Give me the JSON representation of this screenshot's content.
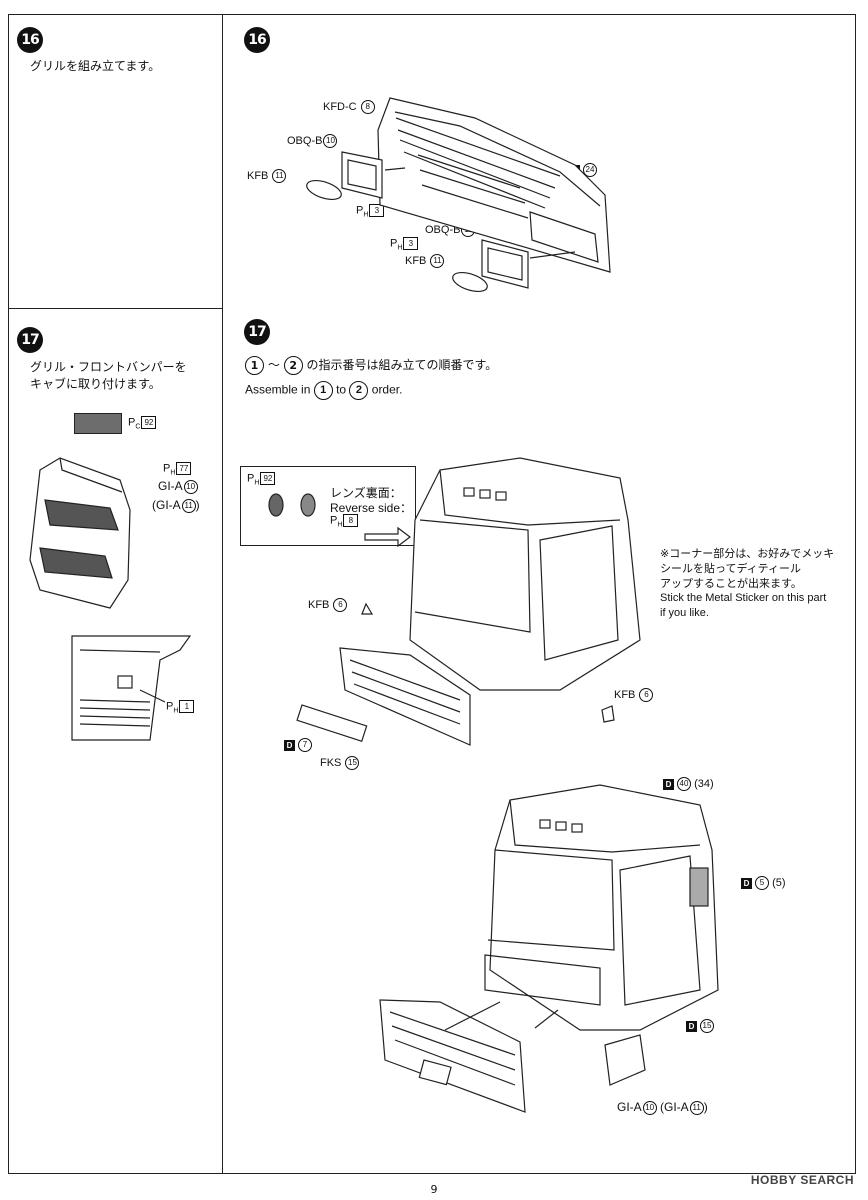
{
  "left_panel": {
    "step16": {
      "number": "16",
      "instruction": "グリルを組み立てます。"
    },
    "step17": {
      "number": "17",
      "instruction_line1": "グリル・フロントバンパーを",
      "instruction_line2": "キャブに取り付けます。",
      "paint_ref": {
        "prefix": "P",
        "sub": "C",
        "num": "92"
      },
      "part_ph77": {
        "prefix": "P",
        "sub": "H",
        "num": "77"
      },
      "gia10": {
        "name": "GI-A",
        "num": "10"
      },
      "gia11": {
        "name": "GI-A",
        "num": "11"
      },
      "part_ph1": {
        "prefix": "P",
        "sub": "H",
        "num": "1"
      }
    }
  },
  "right_panel": {
    "step16": {
      "number": "16",
      "kfdc": {
        "name": "KFD-C",
        "num": "8"
      },
      "obqb_top": {
        "name": "OBQ-B",
        "num": "10"
      },
      "kfb_top": {
        "name": "KFB",
        "num": "11"
      },
      "ph3_top": {
        "prefix": "P",
        "sub": "H",
        "num": "3"
      },
      "d24": {
        "d": "D",
        "num": "24"
      },
      "obqb_bottom": {
        "name": "OBQ-B",
        "num": "11"
      },
      "ph3_bottom": {
        "prefix": "P",
        "sub": "H",
        "num": "3"
      },
      "kfb_bottom": {
        "name": "KFB",
        "num": "11"
      }
    },
    "step17": {
      "number": "17",
      "order_from": "1",
      "order_tilde": "〜",
      "order_to": "2",
      "order_jp": "の指示番号は組み立ての順番です。",
      "assemble_pre": "Assemble in",
      "assemble_mid": "to",
      "assemble_post": "order.",
      "callout": {
        "paint": {
          "prefix": "P",
          "sub": "H",
          "num": "92"
        },
        "jp": "レンズ裏面：",
        "en": "Reverse side：",
        "paint2": {
          "prefix": "P",
          "sub": "H",
          "num": "8"
        }
      },
      "kfb6_left": {
        "name": "KFB",
        "num": "6"
      },
      "kfb6_right": {
        "name": "KFB",
        "num": "6"
      },
      "d7": {
        "d": "D",
        "num": "7"
      },
      "fks15": {
        "name": "FKS",
        "num": "15"
      },
      "note_jp_1": "※コーナー部分は、お好みでメッキ",
      "note_jp_2": "シールを貼ってディティール",
      "note_jp_3": "アップすることが出来ます。",
      "note_en_1": "Stick the Metal Sticker on this part",
      "note_en_2": "if you like.",
      "d40": {
        "d": "D",
        "num": "40",
        "alt": "(34)"
      },
      "d5": {
        "d": "D",
        "num": "5",
        "alt": "(5)"
      },
      "d15": {
        "d": "D",
        "num": "15"
      },
      "gia_bottom": {
        "name": "GI-A",
        "num": "10",
        "alt_name": "(GI-A",
        "alt_num": "11",
        "close": ")"
      }
    }
  },
  "footer": {
    "page_number": "9",
    "watermark": "HOBBY SEARCH"
  }
}
